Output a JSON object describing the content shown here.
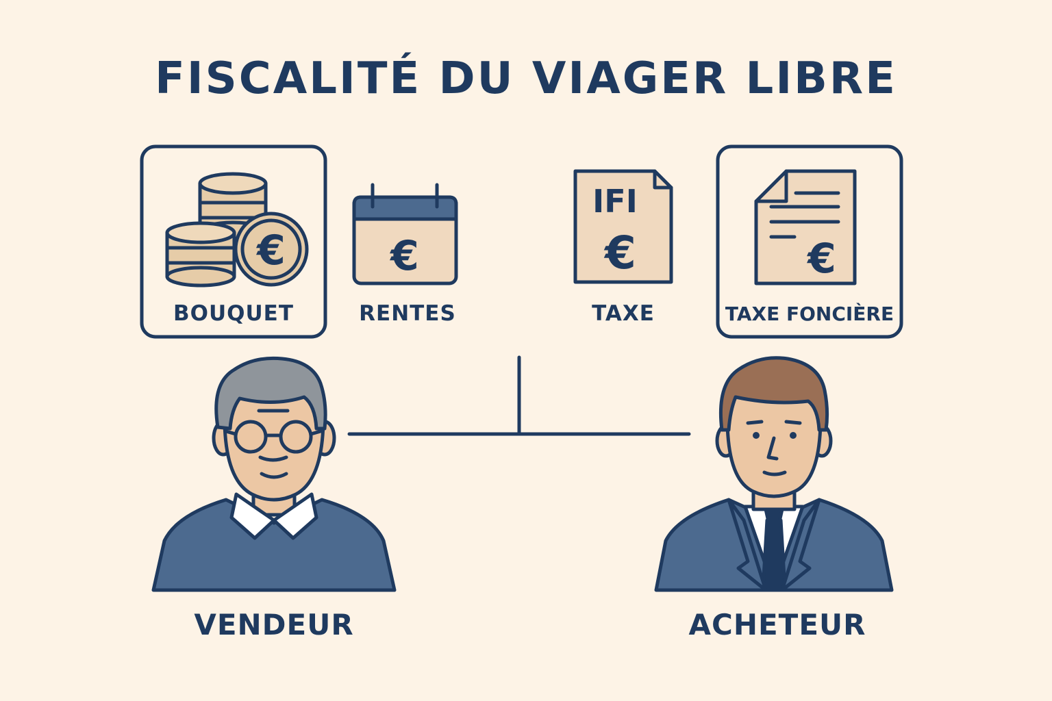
{
  "title": "FISCALITÉ DU VIAGER LIBRE",
  "items": {
    "bouquet": {
      "label": "BOUQUET",
      "icon": "coins-euro-icon"
    },
    "rentes": {
      "label": "RENTES",
      "icon": "calendar-euro-icon"
    },
    "taxe": {
      "label": "TAXE",
      "icon": "ifi-document-icon",
      "doc_text": "IFI"
    },
    "taxe_fonciere": {
      "label": "TAXE FONCIÈRE",
      "icon": "tax-document-icon"
    }
  },
  "currency_symbol": "€",
  "people": {
    "seller": {
      "label": "VENDEUR",
      "icon": "elderly-man-icon"
    },
    "buyer": {
      "label": "ACHETEUR",
      "icon": "businessman-icon"
    }
  },
  "colors": {
    "background": "#fdf3e6",
    "ink": "#1f3a5f",
    "skin": "#ecc7a4",
    "paper": "#f0d9bf",
    "suit": "#4c6a8f",
    "gray_hair": "#8f959b",
    "brown_hair": "#9a6f55"
  }
}
